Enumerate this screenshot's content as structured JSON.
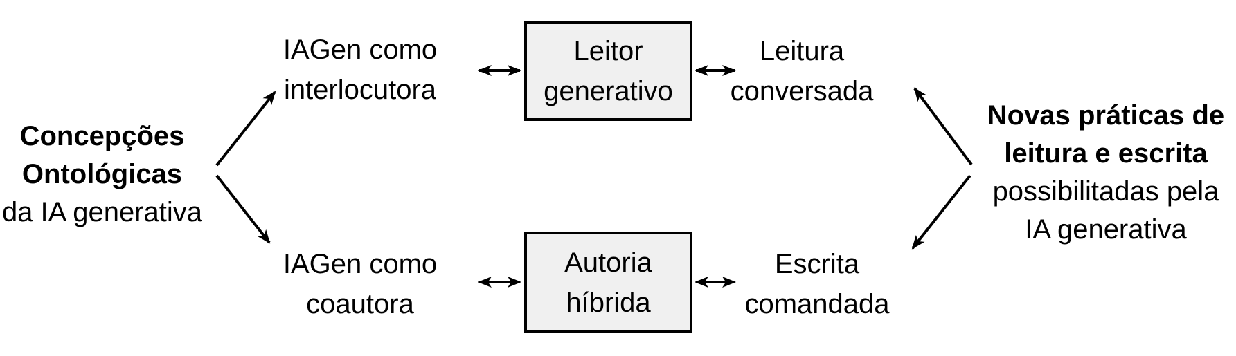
{
  "left_hub": {
    "line1": "Concepções",
    "line2": "Ontológicas",
    "line3": "da IA generativa"
  },
  "right_hub": {
    "line1": "Novas práticas de",
    "line2": "leitura e escrita",
    "line3": "possibilitadas pela",
    "line4": "IA generativa"
  },
  "nodes": {
    "top_left": {
      "line1": "IAGen como",
      "line2": "interlocutora"
    },
    "top_box": {
      "line1": "Leitor",
      "line2": "generativo"
    },
    "top_right": {
      "line1": "Leitura",
      "line2": "conversada"
    },
    "bottom_left": {
      "line1": "IAGen como",
      "line2": "coautora"
    },
    "bottom_box": {
      "line1": "Autoria",
      "line2": "híbrida"
    },
    "bottom_right": {
      "line1": "Escrita",
      "line2": "comandada"
    }
  },
  "connections": [
    "left-hub -> iagen-como-interlocutora (arrow)",
    "left-hub -> iagen-como-coautora (arrow)",
    "iagen-como-interlocutora <-> leitor-generativo (double arrow)",
    "leitor-generativo <-> leitura-conversada (double arrow)",
    "iagen-como-coautora <-> autoria-hibrida (double arrow)",
    "autoria-hibrida <-> escrita-comandada (double arrow)",
    "right-hub -> leitura-conversada (arrow)",
    "right-hub -> escrita-comandada (arrow)"
  ],
  "colors": {
    "background": "#ffffff",
    "box_fill": "#f0f0f0",
    "box_border": "#000000",
    "arrow": "#000000",
    "text": "#000000"
  }
}
